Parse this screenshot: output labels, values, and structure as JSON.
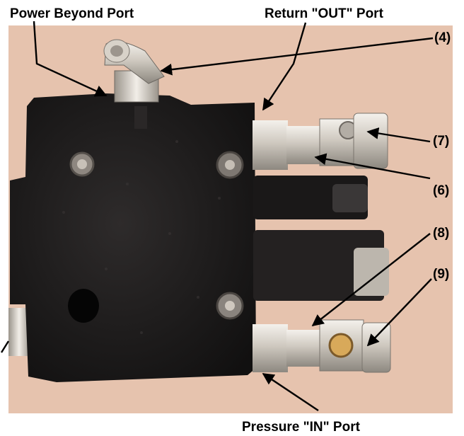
{
  "labels": {
    "power_beyond": "Power Beyond Port",
    "return_out": "Return \"OUT\" Port",
    "pressure_in": "Pressure \"IN\" Port",
    "callout_4": "(4)",
    "callout_6": "(6)",
    "callout_7": "(7)",
    "callout_8": "(8)",
    "callout_9": "(9)"
  },
  "colors": {
    "backdrop": "#e6c3ae",
    "valve_body": "#1c1a1a",
    "fitting_metal": "#cfc9c0",
    "arrow": "#000000"
  }
}
